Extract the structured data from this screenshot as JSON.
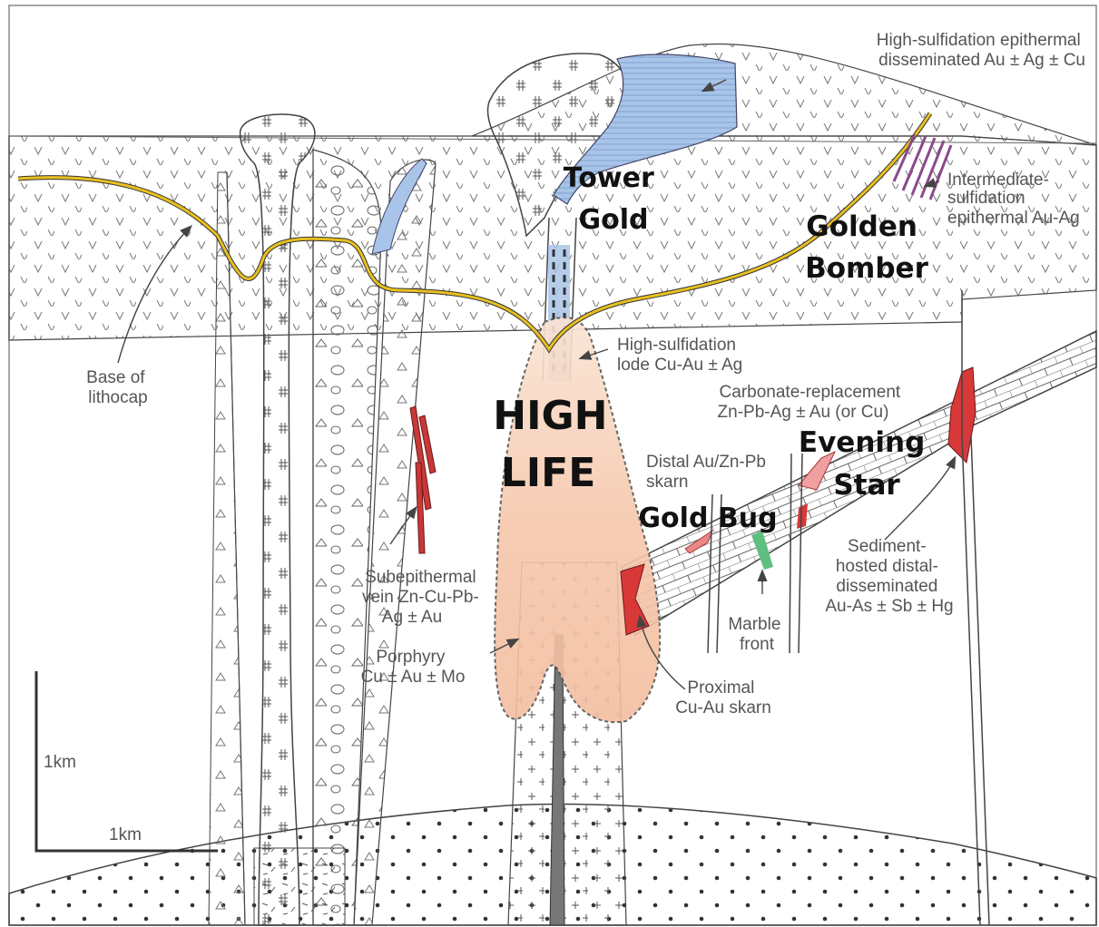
{
  "labels": {
    "high_sulf_epithermal": [
      "High-sulfidation epithermal",
      "disseminated Au ± Ag ± Cu"
    ],
    "intermediate_sulf": [
      "Intermediate-",
      "sulfidation",
      "epithermal Au-Ag"
    ],
    "base_lithocap": [
      "Base of",
      "lithocap"
    ],
    "high_sulf_lode": [
      "High-sulfidation",
      "lode Cu-Au ± Ag"
    ],
    "carbonate_replacement": [
      "Carbonate-replacement",
      "Zn-Pb-Ag ± Au (or Cu)"
    ],
    "distal_skarn": [
      "Distal Au/Zn-Pb",
      "skarn"
    ],
    "subepithermal_vein": [
      "Subepithermal",
      "vein Zn-Cu-Pb-",
      "Ag ± Au"
    ],
    "porphyry": [
      "Porphyry",
      "Cu ± Au ± Mo"
    ],
    "marble_front": [
      "Marble",
      "front"
    ],
    "proximal_skarn": [
      "Proximal",
      "Cu-Au skarn"
    ],
    "sediment_hosted": [
      "Sediment-",
      "hosted distal-",
      "disseminated",
      "Au-As ± Sb ± Hg"
    ],
    "scale_vertical": "1km",
    "scale_horizontal": "1km"
  },
  "prospects": {
    "tower_gold": [
      "Tower",
      "Gold"
    ],
    "golden_bomber": [
      "Golden",
      "Bomber"
    ],
    "high_life": [
      "HIGH",
      "LIFE"
    ],
    "evening_star": [
      "Evening",
      "Star"
    ],
    "gold_bug": "Gold Bug"
  },
  "colors": {
    "lithocap_base_line": "#e8c020",
    "high_sulf_blue": "#a8c4e8",
    "porphyry_fill": "#f5c7aa",
    "skarn_red": "#d83838",
    "vein_red": "#c83838",
    "intermediate_purple": "#8a4a8a",
    "marble_green": "#5fbf80"
  }
}
